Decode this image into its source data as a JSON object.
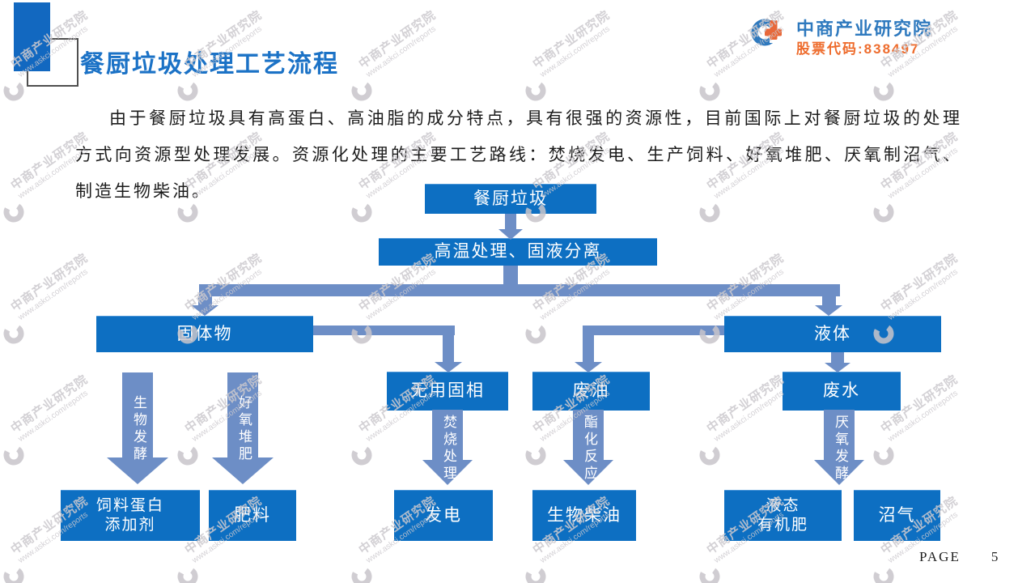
{
  "header": {
    "title": "餐厨垃圾处理工艺流程"
  },
  "logo": {
    "name": "中商产业研究院",
    "stock": "股票代码:838497"
  },
  "paragraph": "由于餐厨垃圾具有高蛋白、高油脂的成分特点，具有很强的资源性，目前国际上对餐厨垃圾的处理方式向资源型处理发展。资源化处理的主要工艺路线：焚烧发电、生产饲料、好氧堆肥、厌氧制沼气、制造生物柴油。",
  "flowchart": {
    "boxes": [
      {
        "id": "waste",
        "label": "餐厨垃圾"
      },
      {
        "id": "treat",
        "label": "高温处理、固液分离"
      },
      {
        "id": "solid",
        "label": "固体物"
      },
      {
        "id": "liquid",
        "label": "液体"
      },
      {
        "id": "useless",
        "label": "无用固相"
      },
      {
        "id": "oil",
        "label": "废油"
      },
      {
        "id": "water",
        "label": "废水"
      },
      {
        "id": "feed",
        "label": "饲料蛋白",
        "label2": "添加剂"
      },
      {
        "id": "fert",
        "label": "肥料"
      },
      {
        "id": "power",
        "label": "发电"
      },
      {
        "id": "diesel",
        "label": "生物柴油"
      },
      {
        "id": "organic",
        "label": "液态",
        "label2": "有机肥"
      },
      {
        "id": "biogas",
        "label": "沼气"
      }
    ],
    "arrow_labels": [
      {
        "id": "bio",
        "label": "生物发酵"
      },
      {
        "id": "aerobic",
        "label": "好氧堆肥"
      },
      {
        "id": "burn",
        "label": "焚烧处理"
      },
      {
        "id": "ester",
        "label": "酯化反应"
      },
      {
        "id": "anaer",
        "label": "厌氧发酵"
      }
    ]
  },
  "watermark": {
    "line1": "中商产业研究院",
    "line2": "www.askci.com/reports"
  },
  "footer": {
    "label": "PAGE",
    "number": "5"
  },
  "colors": {
    "box_blue": "#0d6fc2",
    "connector_blue": "#6d8ec6",
    "title_blue": "#1b72c6",
    "logo_blue": "#2e79be",
    "logo_orange": "#ee6c2d",
    "watermark_gray": "#ccc9ce"
  }
}
